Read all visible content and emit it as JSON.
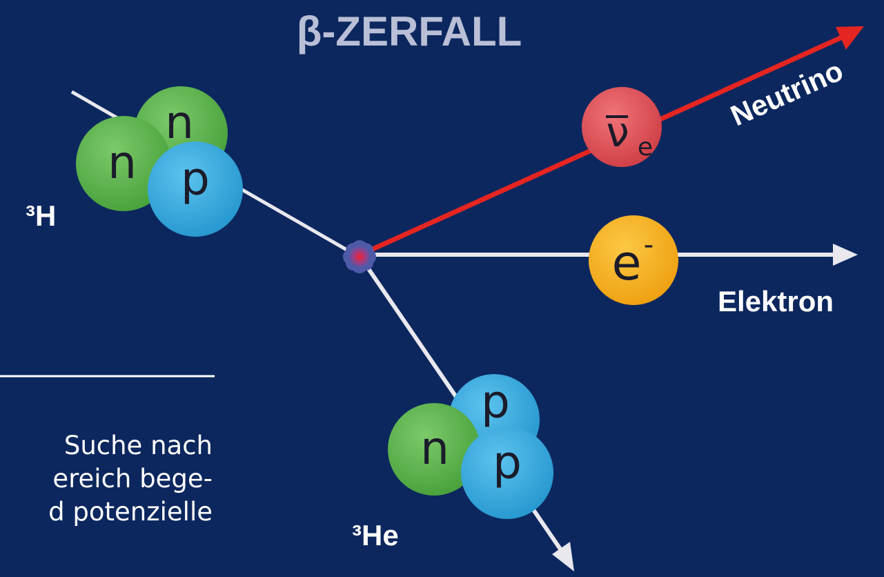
{
  "title": "β-ZERFALL",
  "colors": {
    "background": "#0c275e",
    "neutron": "#5ab548",
    "proton": "#34aee3",
    "neutrino": "#e2555a",
    "electron": "#f6b21b",
    "neutrino_track": "#e52521",
    "track": "#e8e8ee"
  },
  "parent_nucleus": {
    "label": "³H",
    "nucleons": [
      "n",
      "n",
      "p"
    ]
  },
  "daughter_nucleus": {
    "label": "³He",
    "nucleons": [
      "p",
      "n",
      "p"
    ]
  },
  "neutrino": {
    "symbol": "ν",
    "subscript": "e",
    "label": "Neutrino"
  },
  "electron": {
    "symbol": "e",
    "superscript": "-",
    "label": "Elektron"
  },
  "side_text": {
    "lines": [
      "Suche nach",
      "ereich bege-",
      "d potenzielle"
    ]
  }
}
